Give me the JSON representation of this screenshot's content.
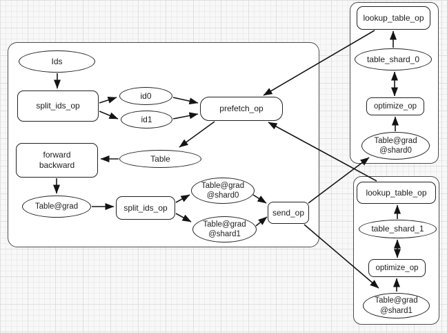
{
  "labels": {
    "trainer": {
      "ids": "Ids",
      "split_ids_op_1": "split_ids_op",
      "id0": "id0",
      "id1": "id1",
      "prefetch_op": "prefetch_op",
      "forward_backward": [
        "forward",
        "backward"
      ],
      "table": "Table",
      "table_grad": "Table@grad",
      "split_ids_op_2": "split_ids_op",
      "table_grad_shard0": [
        "Table@grad",
        "@shard0"
      ],
      "table_grad_shard1": [
        "Table@grad",
        "@shard1"
      ],
      "send_op": "send_op"
    },
    "pserver0": {
      "lookup_table_op": "lookup_table_op",
      "table_shard_0": "table_shard_0",
      "optimize_op": "optimize_op",
      "table_grad_shard0": [
        "Table@grad",
        "@shard0"
      ]
    },
    "pserver1": {
      "lookup_table_op": "lookup_table_op",
      "table_shard_1": "table_shard_1",
      "optimize_op": "optimize_op",
      "table_grad_shard1": [
        "Table@grad",
        "@shard1"
      ]
    }
  },
  "edges": [
    {
      "from": "ids",
      "to": "split_ids_op_1"
    },
    {
      "from": "split_ids_op_1",
      "to": "id0"
    },
    {
      "from": "split_ids_op_1",
      "to": "id1"
    },
    {
      "from": "id0",
      "to": "prefetch_op"
    },
    {
      "from": "id1",
      "to": "prefetch_op"
    },
    {
      "from": "pserver0.lookup_table_op",
      "to": "prefetch_op"
    },
    {
      "from": "pserver1.lookup_table_op",
      "to": "prefetch_op"
    },
    {
      "from": "prefetch_op",
      "to": "table"
    },
    {
      "from": "table",
      "to": "forward_backward"
    },
    {
      "from": "forward_backward",
      "to": "table_grad"
    },
    {
      "from": "table_grad",
      "to": "split_ids_op_2"
    },
    {
      "from": "split_ids_op_2",
      "to": "table_grad_shard0"
    },
    {
      "from": "split_ids_op_2",
      "to": "table_grad_shard1"
    },
    {
      "from": "table_grad_shard0",
      "to": "send_op"
    },
    {
      "from": "table_grad_shard1",
      "to": "send_op"
    },
    {
      "from": "send_op",
      "to": "pserver0.table_grad_shard0"
    },
    {
      "from": "send_op",
      "to": "pserver1.table_grad_shard1"
    },
    {
      "from": "pserver0.table_shard_0",
      "to": "pserver0.lookup_table_op"
    },
    {
      "from": "pserver0.table_shard_0",
      "to": "pserver0.optimize_op",
      "bidirectional": true
    },
    {
      "from": "pserver0.table_grad_shard0",
      "to": "pserver0.optimize_op"
    },
    {
      "from": "pserver1.table_shard_1",
      "to": "pserver1.lookup_table_op"
    },
    {
      "from": "pserver1.table_shard_1",
      "to": "pserver1.optimize_op",
      "bidirectional": true
    },
    {
      "from": "pserver1.table_grad_shard1",
      "to": "pserver1.optimize_op"
    }
  ],
  "colors": {
    "background": "#f8f8f8",
    "node_fill": "#ffffff",
    "node_border": "#1f1f1f",
    "container_border": "#4a4a4a",
    "edge": "#141414"
  }
}
